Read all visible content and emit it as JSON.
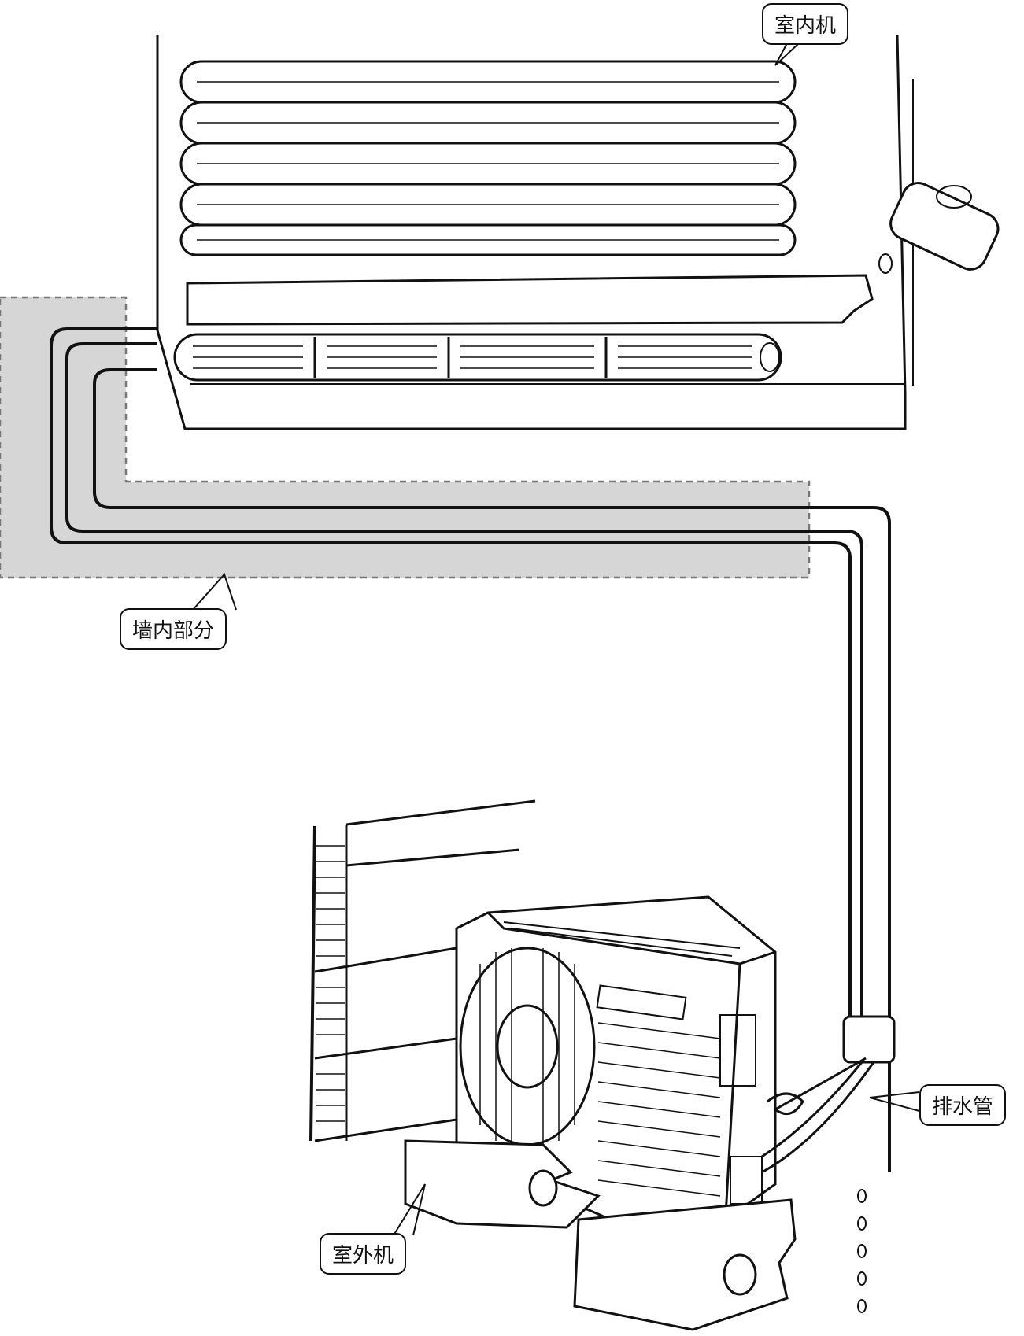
{
  "labels": {
    "indoor_unit": "室内机",
    "wall_section": "墙内部分",
    "outdoor_unit": "室外机",
    "drain_pipe": "排水管"
  },
  "colors": {
    "line": "#111111",
    "wall_fill": "#d6d6d6",
    "background": "#ffffff"
  }
}
